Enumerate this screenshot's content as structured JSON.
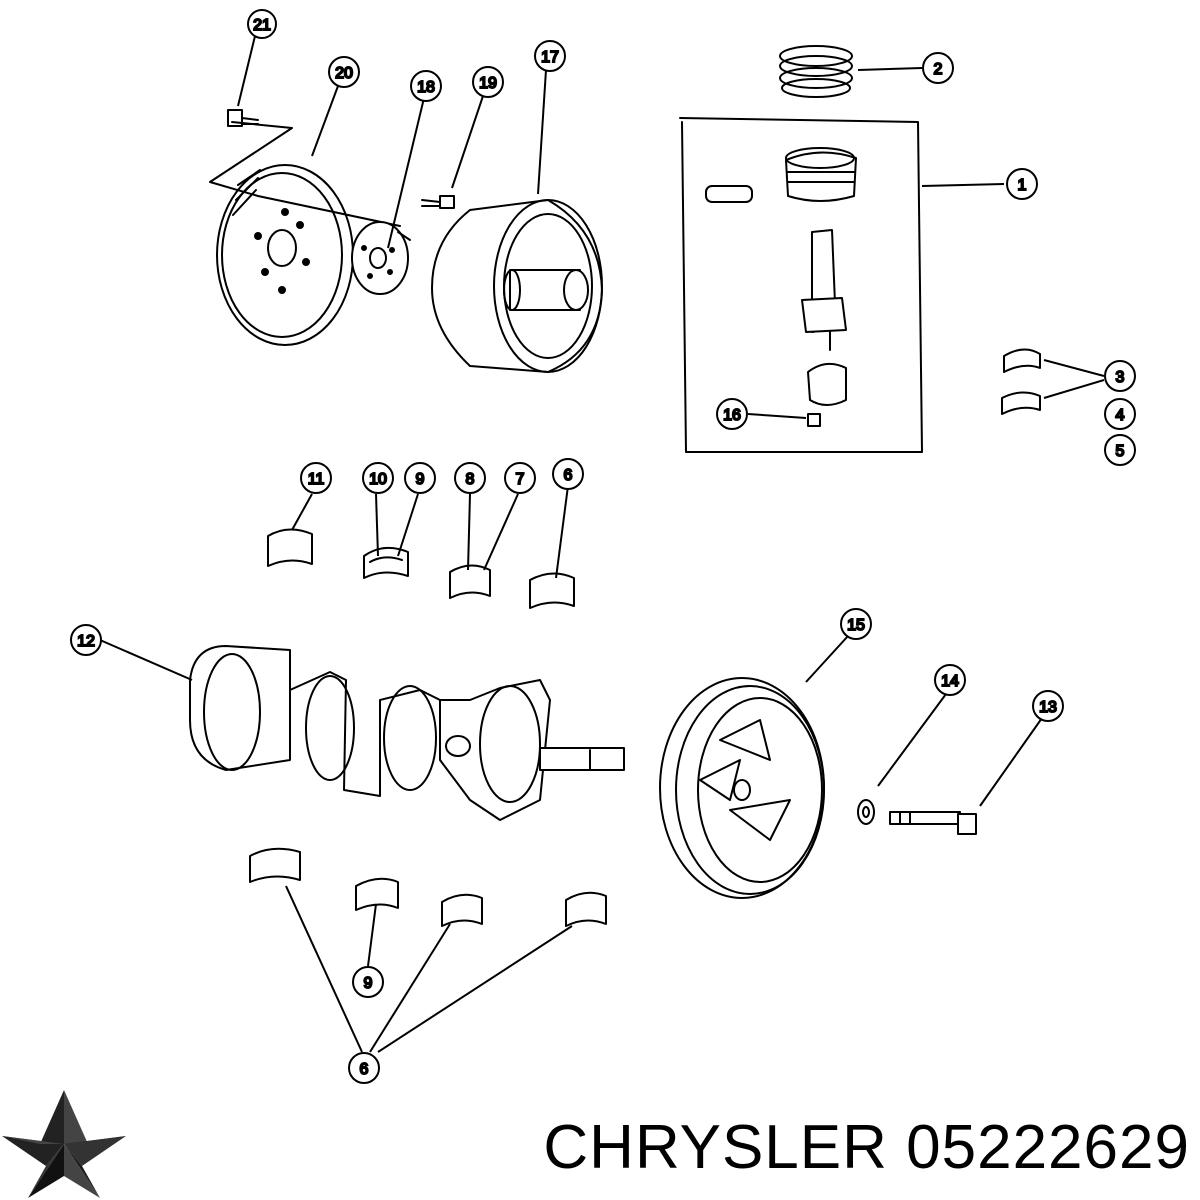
{
  "callouts": [
    {
      "id": "c21",
      "label": "21"
    },
    {
      "id": "c20",
      "label": "20"
    },
    {
      "id": "c18",
      "label": "18"
    },
    {
      "id": "c19",
      "label": "19"
    },
    {
      "id": "c17",
      "label": "17"
    },
    {
      "id": "c2",
      "label": "2"
    },
    {
      "id": "c1",
      "label": "1"
    },
    {
      "id": "c3",
      "label": "3"
    },
    {
      "id": "c4",
      "label": "4"
    },
    {
      "id": "c5",
      "label": "5"
    },
    {
      "id": "c16",
      "label": "16"
    },
    {
      "id": "c11",
      "label": "11"
    },
    {
      "id": "c10",
      "label": "10"
    },
    {
      "id": "c9a",
      "label": "9"
    },
    {
      "id": "c8",
      "label": "8"
    },
    {
      "id": "c7",
      "label": "7"
    },
    {
      "id": "c6a",
      "label": "6"
    },
    {
      "id": "c12",
      "label": "12"
    },
    {
      "id": "c15",
      "label": "15"
    },
    {
      "id": "c14",
      "label": "14"
    },
    {
      "id": "c13",
      "label": "13"
    },
    {
      "id": "c9b",
      "label": "9"
    },
    {
      "id": "c6b",
      "label": "6"
    }
  ],
  "brand": {
    "logo": "pentastar-logo",
    "caption": "CHRYSLER 05222629"
  }
}
